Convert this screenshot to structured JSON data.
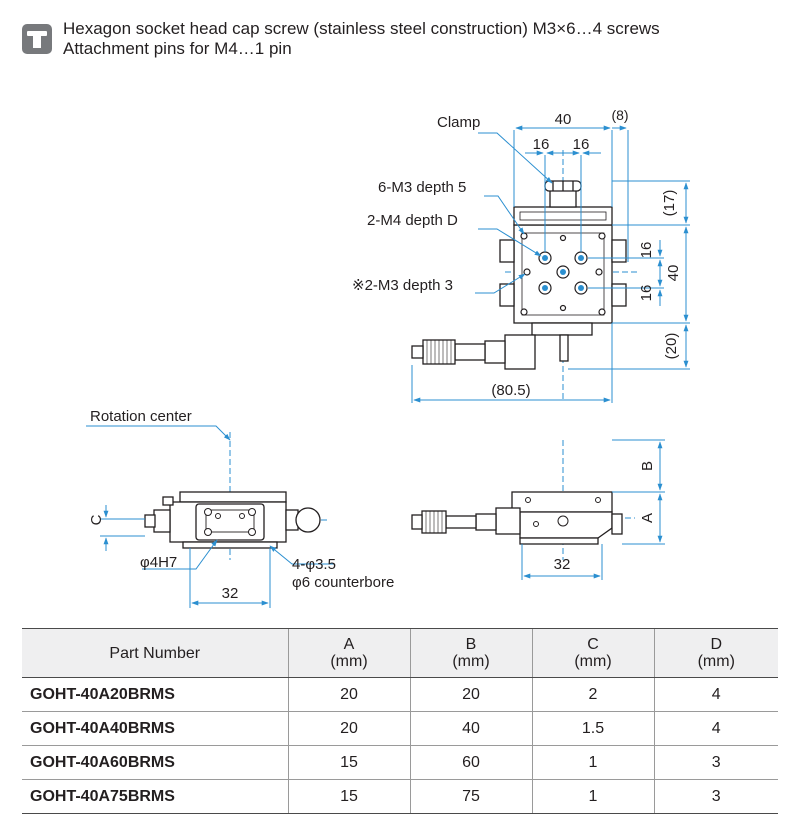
{
  "notes": {
    "line1": "Hexagon socket head cap screw (stainless steel construction)  M3×6…4 screws",
    "line2": "Attachment pins for M4…1 pin"
  },
  "top_view": {
    "clamp": "Clamp",
    "dim_width": "40",
    "dim_offset": "(8)",
    "dim_16_left": "16",
    "dim_16_right": "16",
    "holes_m3": "6-M3 depth 5",
    "holes_m4": "2-M4 depth D",
    "holes_m3_note": "※2-M3 depth 3",
    "dim_17": "(17)",
    "dim_16_upper": "16",
    "dim_16_lower": "16",
    "dim_height": "40",
    "dim_20": "(20)",
    "dim_overall": "(80.5)"
  },
  "front_view": {
    "rotation_center": "Rotation center",
    "dim_c": "C",
    "pin_hole": "φ4H7",
    "mount_holes": "4-φ3.5",
    "counterbore": "φ6 counterbore",
    "dim_32": "32"
  },
  "side_view": {
    "dim_b": "B",
    "dim_a": "A",
    "dim_32": "32"
  },
  "colors": {
    "dimension_line": "#2b8fd0",
    "drawing_line": "#231f20",
    "header_fill": "#efeff0",
    "icon_fill": "#77797c"
  },
  "table": {
    "headers": [
      {
        "name": "Part Number",
        "unit": ""
      },
      {
        "name": "A",
        "unit": "(mm)"
      },
      {
        "name": "B",
        "unit": "(mm)"
      },
      {
        "name": "C",
        "unit": "(mm)"
      },
      {
        "name": "D",
        "unit": "(mm)"
      }
    ],
    "rows": [
      [
        "GOHT-40A20BRMS",
        "20",
        "20",
        "2",
        "4"
      ],
      [
        "GOHT-40A40BRMS",
        "20",
        "40",
        "1.5",
        "4"
      ],
      [
        "GOHT-40A60BRMS",
        "15",
        "60",
        "1",
        "3"
      ],
      [
        "GOHT-40A75BRMS",
        "15",
        "75",
        "1",
        "3"
      ]
    ]
  }
}
